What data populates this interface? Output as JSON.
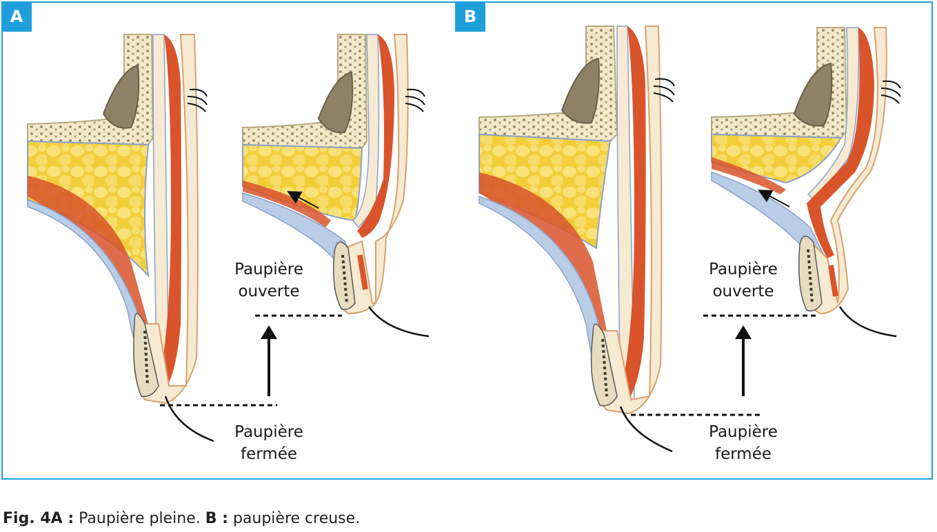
{
  "panels": {
    "a": {
      "badge": "A",
      "open_label": [
        "Paupière",
        "ouverte"
      ],
      "closed_label": [
        "Paupière",
        "fermée"
      ]
    },
    "b": {
      "badge": "B",
      "open_label": [
        "Paupière",
        "ouverte"
      ],
      "closed_label": [
        "Paupière",
        "fermée"
      ]
    }
  },
  "caption": {
    "fig_ref": "Fig. 4A :",
    "part_a": " Paupière pleine. ",
    "b_ref": "B :",
    "part_b": " paupière creuse."
  },
  "colors": {
    "frame": "#1ea0dc",
    "bone": "#f3e8c8",
    "fat": "#f2cf3a",
    "muscle": "#d9542b",
    "levator": "#b9cde6",
    "skin": "#f6ead2"
  }
}
